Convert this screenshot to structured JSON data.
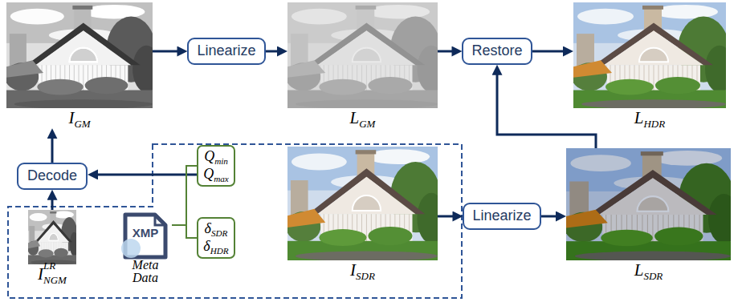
{
  "diagram": {
    "nodes": [
      {
        "text": [
          "IGM"
        ]
      },
      {
        "text": [
          "Linearize"
        ]
      },
      {
        "text": [
          "LGM"
        ]
      },
      {
        "text": [
          "Restore"
        ]
      },
      {
        "text": [
          "LHDR"
        ]
      },
      {
        "text": [
          "Decode"
        ]
      },
      {
        "text": [
          "Qmin",
          "Qmax"
        ]
      },
      {
        "text": [
          "ISDR"
        ]
      },
      {
        "text": [
          "Linearize"
        ]
      },
      {
        "text": [
          "LSDR"
        ]
      },
      {
        "text": [
          "INGMLR"
        ]
      },
      {
        "text": [
          "XMP",
          "Meta Data"
        ]
      },
      {
        "text": [
          "δSDR",
          "δHDR"
        ]
      }
    ],
    "edges": [
      {
        "from": 0,
        "to": 1,
        "arrow": "to"
      },
      {
        "from": 1,
        "to": 2,
        "arrow": "to"
      },
      {
        "from": 2,
        "to": 3,
        "arrow": "to"
      },
      {
        "from": 3,
        "to": 4,
        "arrow": "to"
      },
      {
        "from": 9,
        "to": 3,
        "arrow": "to"
      },
      {
        "from": 7,
        "to": 8,
        "arrow": "to"
      },
      {
        "from": 8,
        "to": 9,
        "arrow": "to"
      },
      {
        "from": 10,
        "to": 5,
        "arrow": "to"
      },
      {
        "from": 5,
        "to": 0,
        "arrow": "to"
      },
      {
        "from": 6,
        "to": 5,
        "arrow": "to"
      },
      {
        "from": 11,
        "to": 6,
        "arrow": "none"
      },
      {
        "from": 11,
        "to": 12,
        "arrow": "none"
      }
    ]
  }
}
